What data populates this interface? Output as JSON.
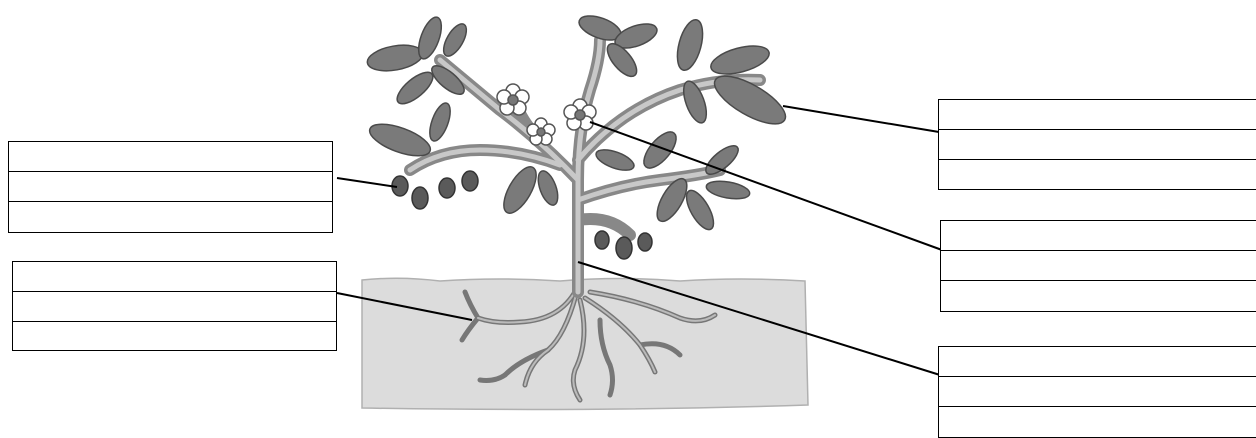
{
  "worksheet": {
    "label_boxes": [
      {
        "part": "fruit",
        "lines": [
          "",
          "",
          ""
        ]
      },
      {
        "part": "root",
        "lines": [
          "",
          "",
          ""
        ]
      },
      {
        "part": "leaf",
        "lines": [
          "",
          "",
          ""
        ]
      },
      {
        "part": "flower",
        "lines": [
          "",
          "",
          ""
        ]
      },
      {
        "part": "stem",
        "lines": [
          "",
          "",
          ""
        ]
      }
    ],
    "colors": {
      "line": "#000000",
      "leaf": "#7a7a7a",
      "stem": "#9e9e9e",
      "soil": "#dcdcdc",
      "root": "#8c8c8c"
    }
  }
}
